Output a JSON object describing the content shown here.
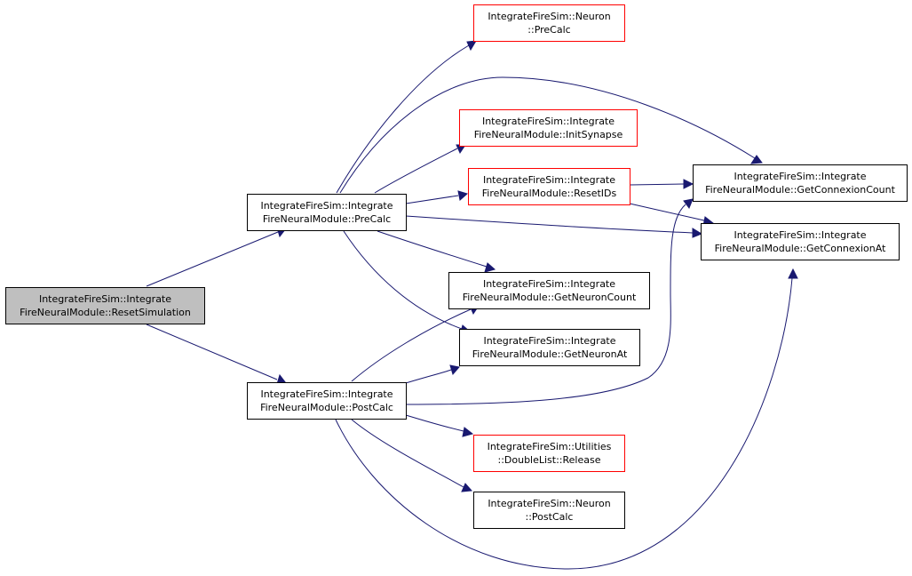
{
  "colors": {
    "edge": "#191970",
    "border_default": "#000000",
    "border_incomplete": "#ff0000",
    "fill_default": "#ffffff",
    "fill_root": "#bfbfbf"
  },
  "nodes": [
    {
      "id": "reset_simulation",
      "name": "node-resetsimulation",
      "lines": [
        "IntegrateFireSim::Integrate",
        "FireNeuralModule::ResetSimulation"
      ],
      "border": "black",
      "fill": "gray"
    },
    {
      "id": "pre_calc",
      "name": "node-precalc",
      "lines": [
        "IntegrateFireSim::Integrate",
        "FireNeuralModule::PreCalc"
      ],
      "border": "black",
      "fill": "white"
    },
    {
      "id": "post_calc",
      "name": "node-postcalc",
      "lines": [
        "IntegrateFireSim::Integrate",
        "FireNeuralModule::PostCalc"
      ],
      "border": "black",
      "fill": "white"
    },
    {
      "id": "neuron_pre_calc",
      "name": "node-neuron-precalc",
      "lines": [
        "IntegrateFireSim::Neuron",
        "::PreCalc"
      ],
      "border": "red",
      "fill": "white"
    },
    {
      "id": "init_synapse",
      "name": "node-initsynapse",
      "lines": [
        "IntegrateFireSim::Integrate",
        "FireNeuralModule::InitSynapse"
      ],
      "border": "red",
      "fill": "white"
    },
    {
      "id": "reset_ids",
      "name": "node-resetids",
      "lines": [
        "IntegrateFireSim::Integrate",
        "FireNeuralModule::ResetIDs"
      ],
      "border": "red",
      "fill": "white"
    },
    {
      "id": "get_neuron_count",
      "name": "node-getneuroncount",
      "lines": [
        "IntegrateFireSim::Integrate",
        "FireNeuralModule::GetNeuronCount"
      ],
      "border": "black",
      "fill": "white"
    },
    {
      "id": "get_neuron_at",
      "name": "node-getneuronat",
      "lines": [
        "IntegrateFireSim::Integrate",
        "FireNeuralModule::GetNeuronAt"
      ],
      "border": "black",
      "fill": "white"
    },
    {
      "id": "double_list_release",
      "name": "node-doublelist-release",
      "lines": [
        "IntegrateFireSim::Utilities",
        "::DoubleList::Release"
      ],
      "border": "red",
      "fill": "white"
    },
    {
      "id": "neuron_post_calc",
      "name": "node-neuron-postcalc",
      "lines": [
        "IntegrateFireSim::Neuron",
        "::PostCalc"
      ],
      "border": "black",
      "fill": "white"
    },
    {
      "id": "get_connexion_count",
      "name": "node-getconnexioncount",
      "lines": [
        "IntegrateFireSim::Integrate",
        "FireNeuralModule::GetConnexionCount"
      ],
      "border": "black",
      "fill": "white"
    },
    {
      "id": "get_connexion_at",
      "name": "node-getconnexionat",
      "lines": [
        "IntegrateFireSim::Integrate",
        "FireNeuralModule::GetConnexionAt"
      ],
      "border": "black",
      "fill": "white"
    }
  ],
  "edges": [
    {
      "from": "reset_simulation",
      "to": "pre_calc"
    },
    {
      "from": "reset_simulation",
      "to": "post_calc"
    },
    {
      "from": "pre_calc",
      "to": "neuron_pre_calc"
    },
    {
      "from": "pre_calc",
      "to": "get_connexion_count"
    },
    {
      "from": "pre_calc",
      "to": "init_synapse"
    },
    {
      "from": "pre_calc",
      "to": "reset_ids"
    },
    {
      "from": "pre_calc",
      "to": "get_connexion_at"
    },
    {
      "from": "pre_calc",
      "to": "get_neuron_count"
    },
    {
      "from": "pre_calc",
      "to": "get_neuron_at"
    },
    {
      "from": "reset_ids",
      "to": "get_connexion_count"
    },
    {
      "from": "reset_ids",
      "to": "get_connexion_at"
    },
    {
      "from": "post_calc",
      "to": "get_neuron_count"
    },
    {
      "from": "post_calc",
      "to": "get_neuron_at"
    },
    {
      "from": "post_calc",
      "to": "get_connexion_count"
    },
    {
      "from": "post_calc",
      "to": "double_list_release"
    },
    {
      "from": "post_calc",
      "to": "neuron_post_calc"
    },
    {
      "from": "post_calc",
      "to": "get_connexion_at"
    }
  ]
}
